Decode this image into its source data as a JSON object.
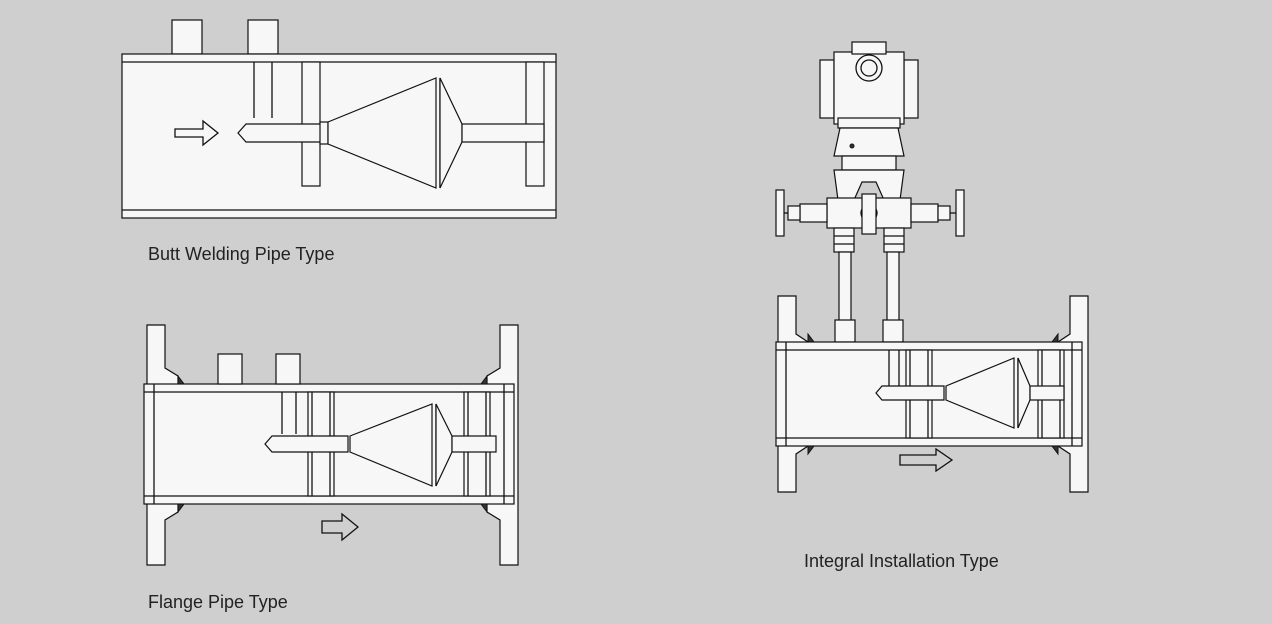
{
  "captions": {
    "butt_welding": "Butt Welding Pipe Type",
    "flange": "Flange Pipe Type",
    "integral": "Integral Installation Type"
  },
  "colors": {
    "background": "#cfcfcf",
    "line": "#111111"
  }
}
